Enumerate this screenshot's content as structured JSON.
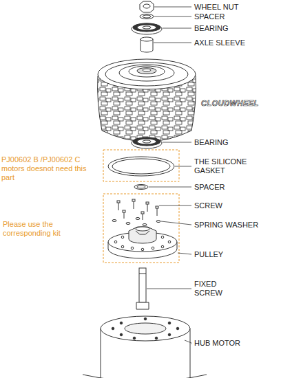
{
  "diagram": {
    "labels": [
      "WHEEL NUT",
      "SPACER",
      "BEARING",
      "AXLE SLEEVE",
      "CLOUDWHEEL",
      "BEARING",
      "THE SILICONE GASKET",
      "PJ00602 B /PJ00602 C motors doesnot need this part",
      "SPACER",
      "SCREW",
      "Please use the corresponding kit",
      "SPRING WASHER",
      "PULLEY",
      "FIXED SCREW",
      "HUB MOTOR"
    ]
  }
}
